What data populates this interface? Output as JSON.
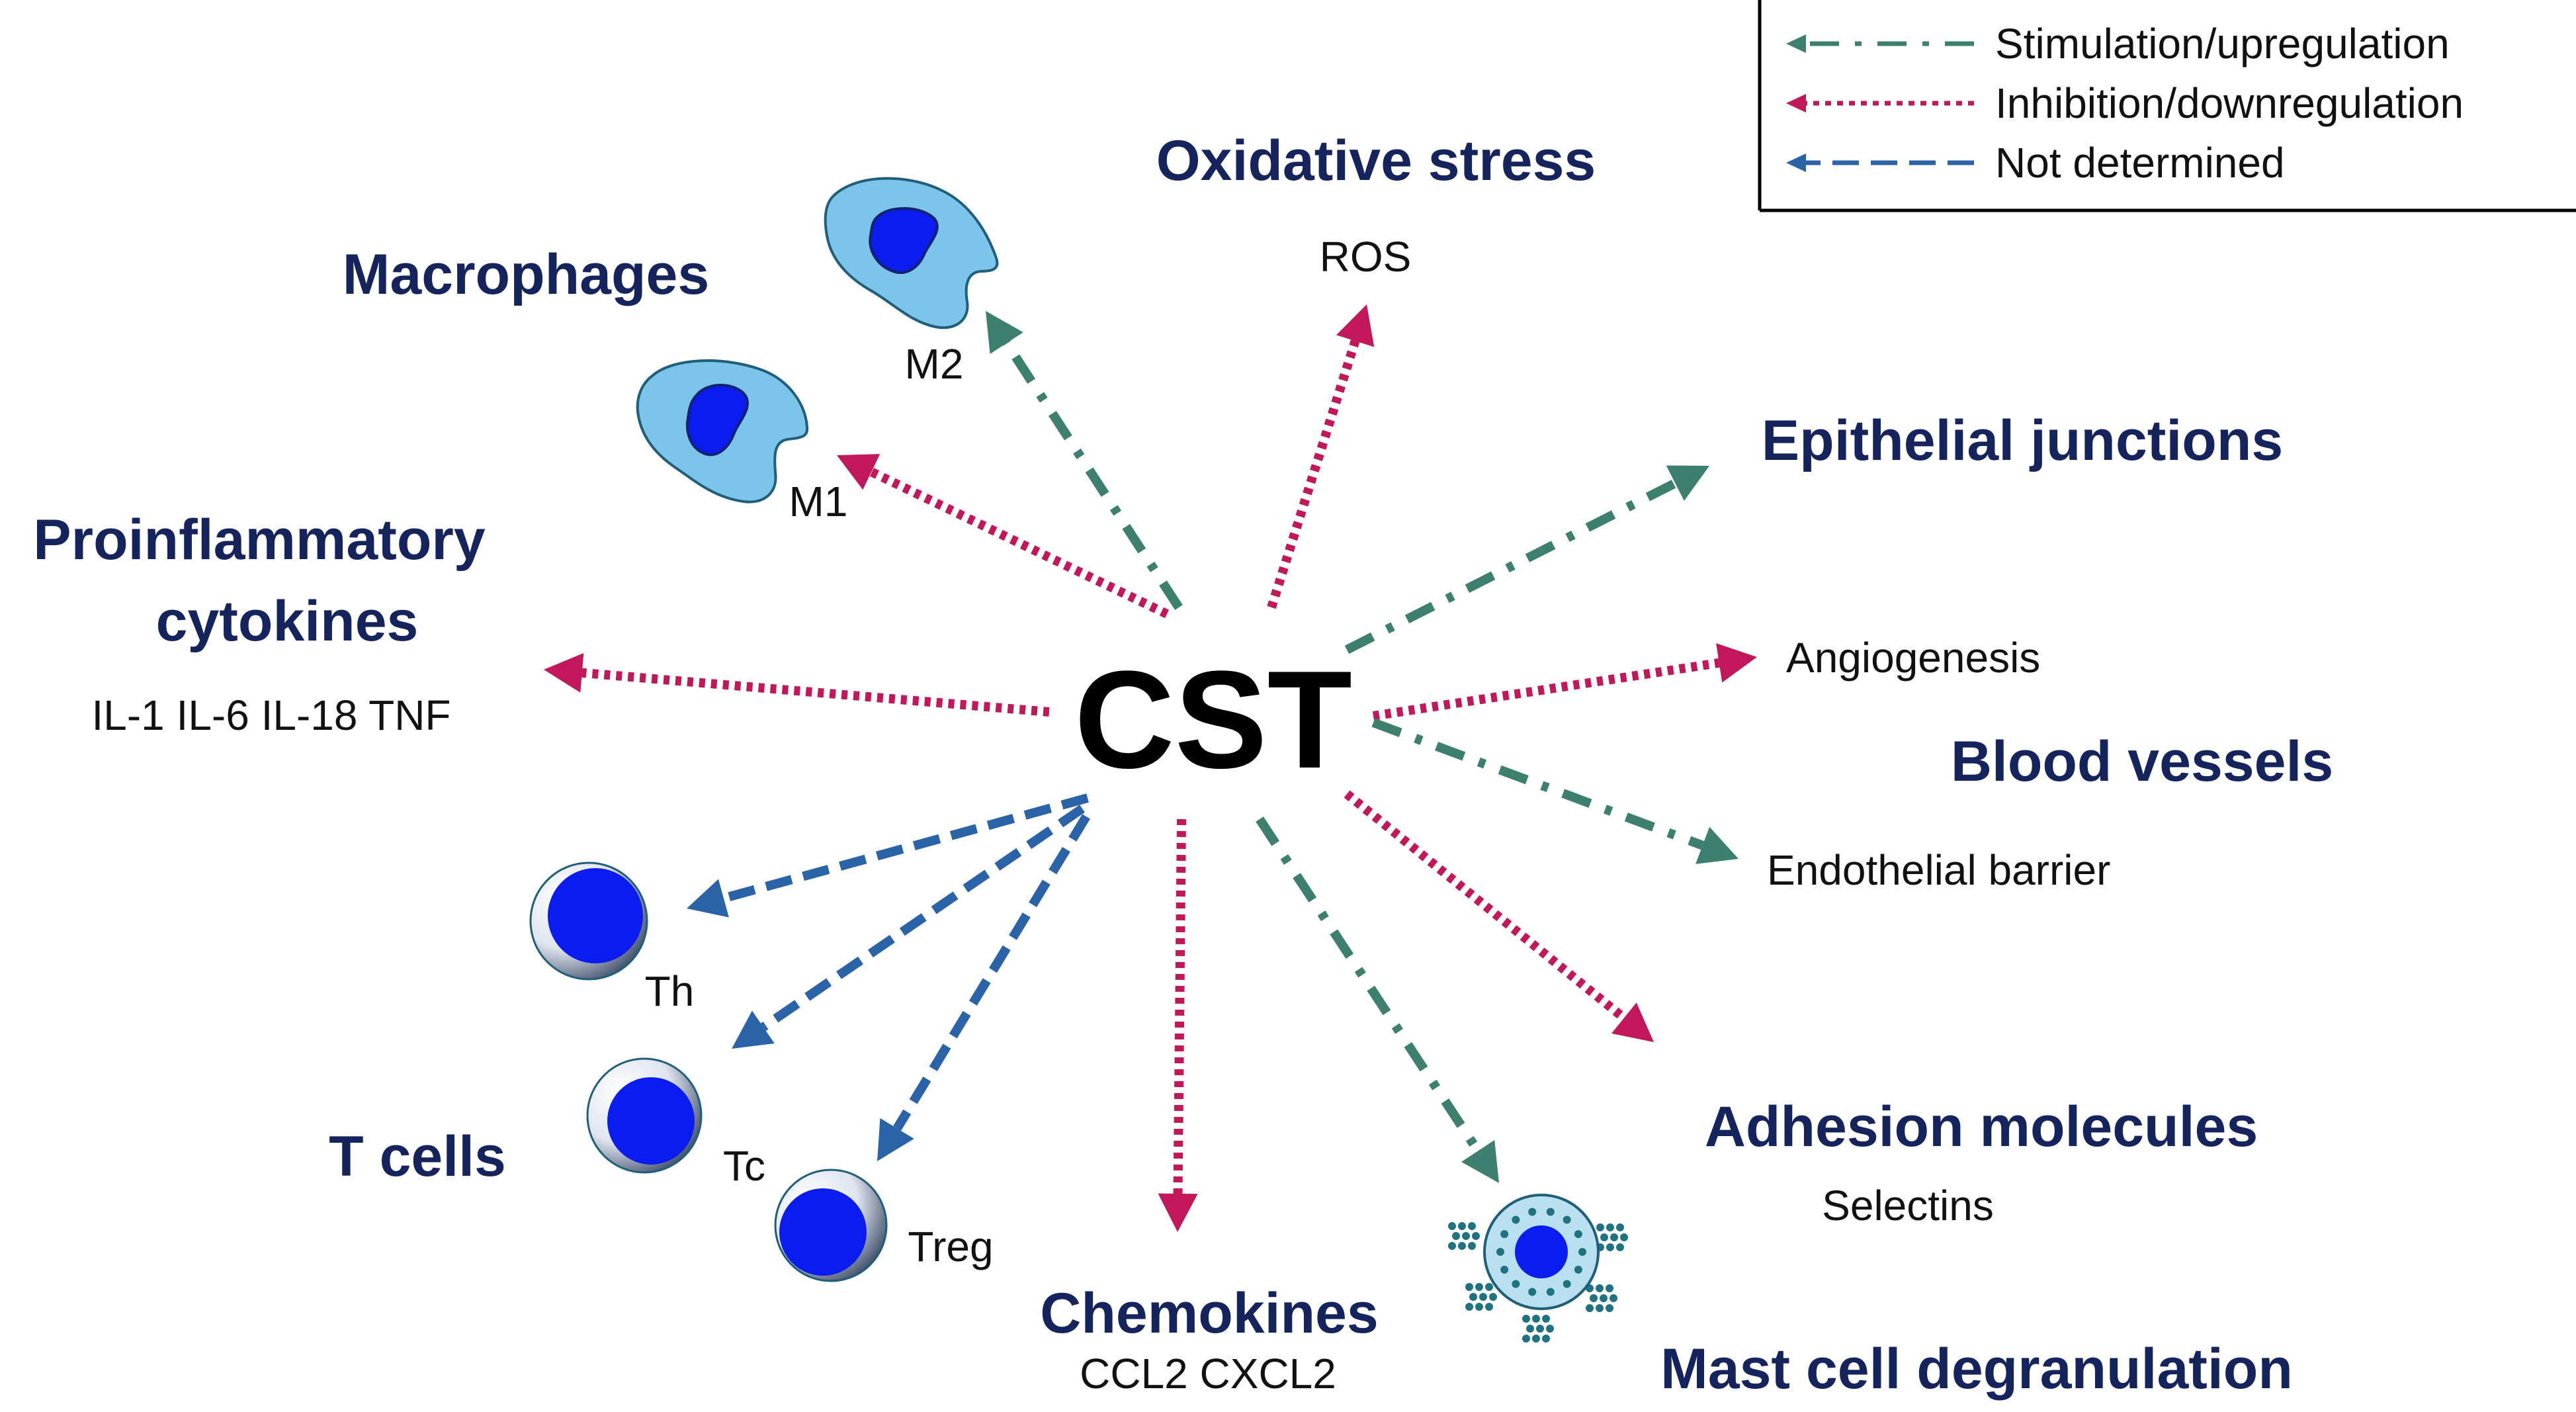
{
  "center": {
    "label": "CST"
  },
  "legend": {
    "items": [
      {
        "key": "stim",
        "label": "Stimulation/upregulation"
      },
      {
        "key": "inhib",
        "label": "Inhibition/downregulation"
      },
      {
        "key": "nd",
        "label": "Not determined"
      }
    ]
  },
  "styles": {
    "stim": {
      "color": "#3d8070",
      "dash": "dash-dot"
    },
    "inhib": {
      "color": "#c2185b",
      "dash": "dotted"
    },
    "nd": {
      "color": "#2b63a8",
      "dash": "dashed"
    }
  },
  "headings": {
    "oxidative": "Oxidative stress",
    "macrophages": "Macrophages",
    "epithelial": "Epithelial junctions",
    "proinflammatory_1": "Proinflammatory",
    "proinflammatory_2": "cytokines",
    "blood_vessels": "Blood vessels",
    "t_cells": "T cells",
    "adhesion": "Adhesion molecules",
    "chemokines": "Chemokines",
    "mast_cell": "Mast cell degranulation"
  },
  "labels": {
    "ros": "ROS",
    "m2": "M2",
    "m1": "M1",
    "cytokine_list": "IL-1 IL-6 IL-18 TNF",
    "angiogenesis": "Angiogenesis",
    "endothelial": "Endothelial barrier",
    "th": "Th",
    "tc": "Tc",
    "treg": "Treg",
    "selectins": "Selectins",
    "chemokine_list": "CCL2 CXCL2"
  },
  "arrows": [
    {
      "target": "m2",
      "type": "stim"
    },
    {
      "target": "ros",
      "type": "inhib"
    },
    {
      "target": "m1",
      "type": "inhib"
    },
    {
      "target": "epithelial-junctions",
      "type": "stim"
    },
    {
      "target": "angiogenesis",
      "type": "inhib"
    },
    {
      "target": "proinflammatory-cytokines",
      "type": "inhib"
    },
    {
      "target": "endothelial-barrier",
      "type": "stim"
    },
    {
      "target": "th",
      "type": "nd"
    },
    {
      "target": "tc",
      "type": "nd"
    },
    {
      "target": "treg",
      "type": "nd"
    },
    {
      "target": "chemokines",
      "type": "inhib"
    },
    {
      "target": "mast-cell",
      "type": "stim"
    },
    {
      "target": "adhesion-molecules",
      "type": "inhib"
    }
  ]
}
